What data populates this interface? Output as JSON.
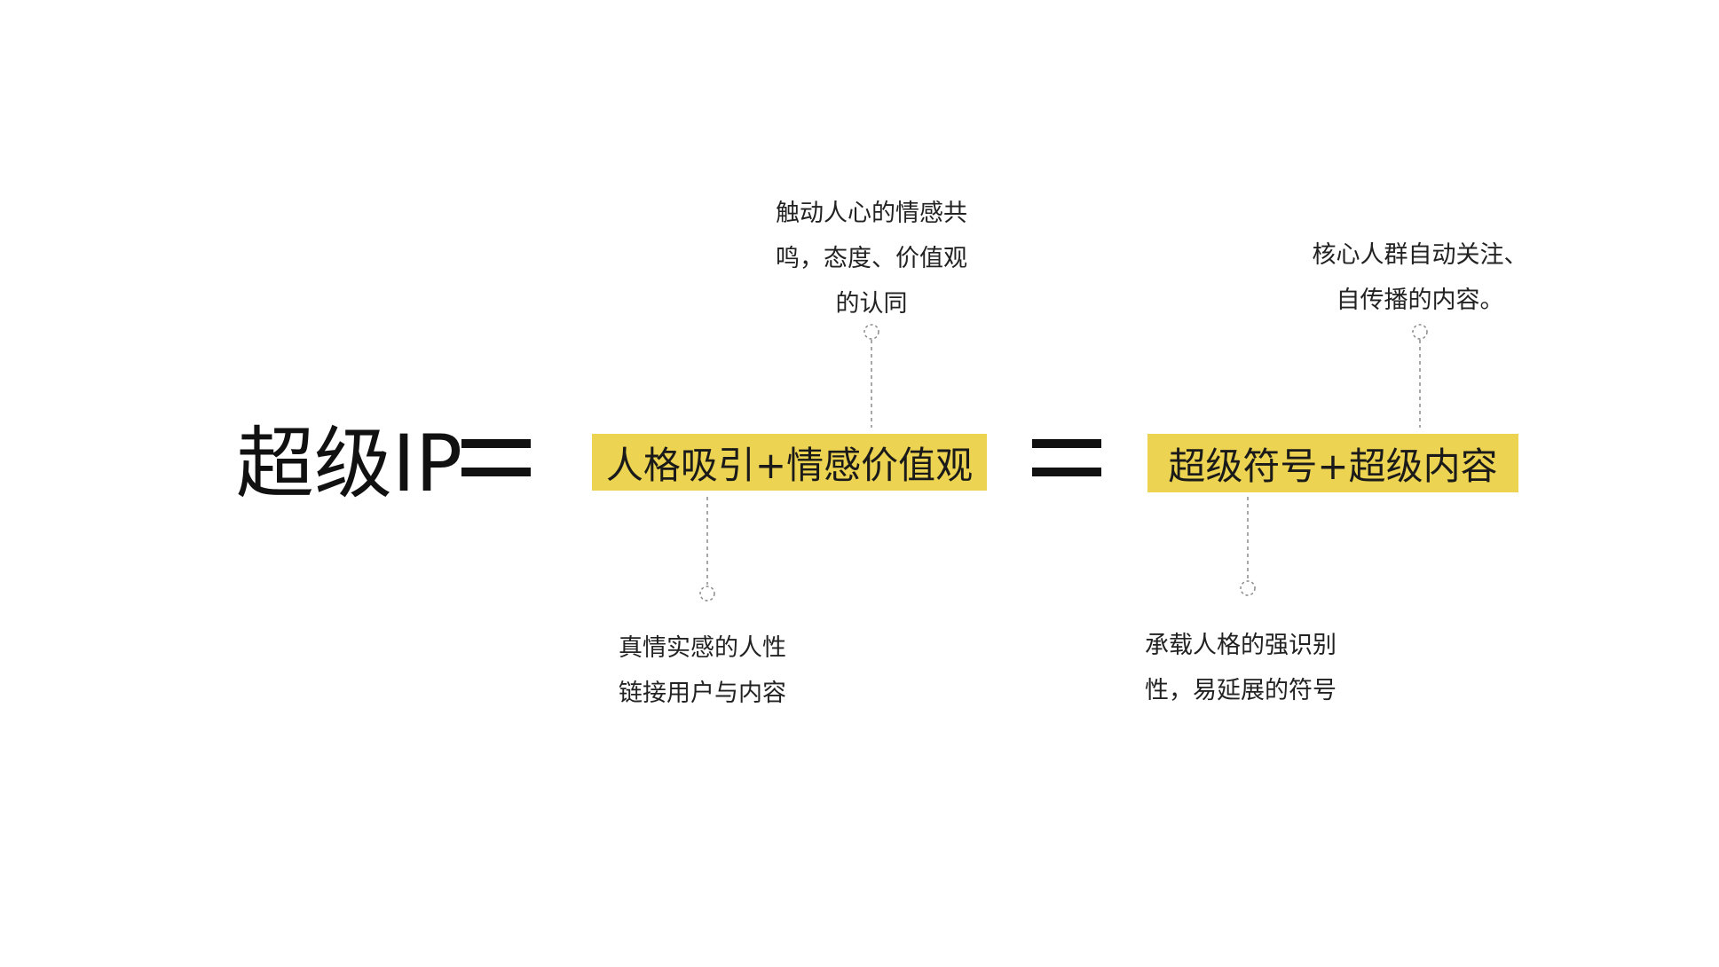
{
  "colors": {
    "highlight": "#ecd351",
    "text": "#111111",
    "connector": "#8a8a8a"
  },
  "formula": {
    "title": "超级IP",
    "term1": "人格吸引+情感价值观",
    "term2": "超级符号+超级内容"
  },
  "notes": {
    "term1_top": [
      "触动人心的情感共",
      "鸣，态度、价值观",
      "的认同"
    ],
    "term1_bottom": [
      "真情实感的人性",
      "链接用户与内容"
    ],
    "term2_top": [
      "核心人群自动关注、",
      "自传播的内容。"
    ],
    "term2_bottom": [
      "承载人格的强识别",
      "性，易延展的符号"
    ]
  }
}
